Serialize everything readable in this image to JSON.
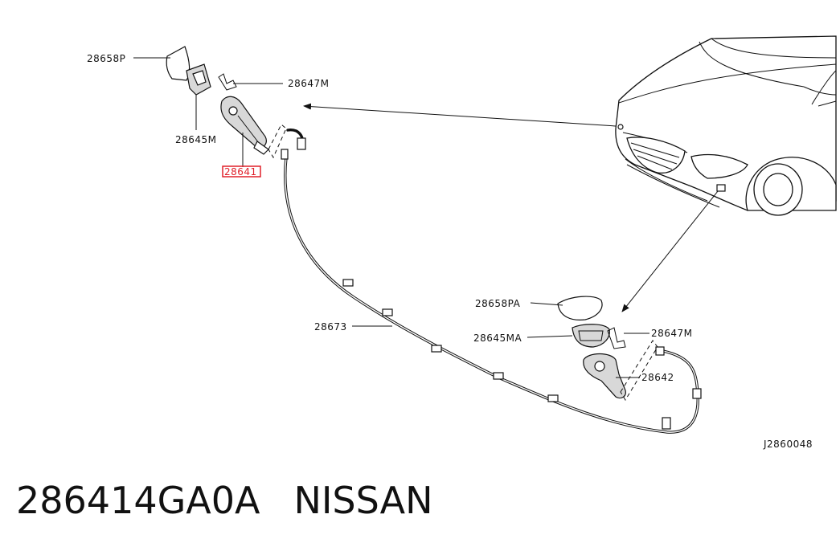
{
  "diagram": {
    "labels": {
      "p28658P": "28658P",
      "p28647M_top": "28647M",
      "p28645M": "28645M",
      "p28641_highlight": "28641",
      "p28658PA": "28658PA",
      "p28645MA": "28645MA",
      "p28647M_bottom": "28647M",
      "p28642": "28642",
      "p28673": "28673",
      "ref_code": "J2860048"
    },
    "highlight_color": "#e0202a"
  },
  "caption": {
    "part_number": "286414GA0A",
    "brand": "NISSAN"
  }
}
